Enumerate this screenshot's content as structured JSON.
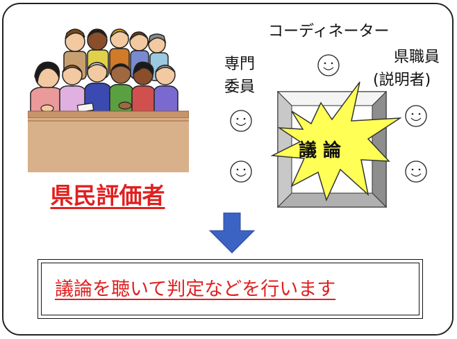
{
  "jury": {
    "title": "県民評価者"
  },
  "participants": {
    "coordinator": "コーディネーター",
    "expert_line1": "専門",
    "expert_line2": "委員",
    "official_line1": "県職員",
    "official_line2": "(説明者)"
  },
  "discussion": {
    "label": "議 論"
  },
  "result": {
    "text": "議論を聴いて判定などを行います"
  },
  "colors": {
    "title_red": "#e02020",
    "arrow_blue": "#3b63c4",
    "burst_yellow": "#ffff55"
  }
}
